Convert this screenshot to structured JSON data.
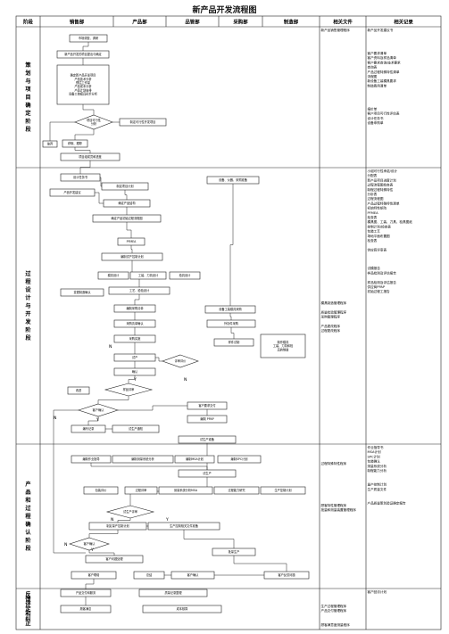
{
  "title": "新产品开发流程图",
  "headers": [
    "阶段",
    "销售部",
    "产品部",
    "品管部",
    "采购部",
    "制造部",
    "相关文件",
    "相关记录"
  ],
  "stages": [
    "策划与项目确定阶段",
    "过程设计与开发阶段",
    "产品和过程确认阶段",
    "反馈评定和纠正"
  ],
  "boxes": [
    {
      "id": "b1",
      "lines": [
        "市场调查、调研"
      ]
    },
    {
      "id": "b2",
      "lines": [
        "新产品开发的项目提出与确定"
      ]
    },
    {
      "id": "b3",
      "lines": [
        "确定新产品开发项目",
        "产品技术分析",
        "预估工作量",
        "产品成本分析",
        "产品计划安排",
        "设备工装模具初步分析"
      ]
    },
    {
      "id": "d1",
      "lines": [
        "项目可行性",
        "分析"
      ]
    },
    {
      "id": "b4",
      "lines": [
        "制定可行性开发项目"
      ]
    },
    {
      "id": "b5",
      "lines": [
        "放弃"
      ]
    },
    {
      "id": "b6",
      "lines": [
        "获取、跟踪"
      ]
    },
    {
      "id": "b7",
      "lines": [
        "项目组成员和进度"
      ]
    },
    {
      "id": "b8",
      "lines": [
        "设计任务书"
      ]
    },
    {
      "id": "b9",
      "lines": [
        "制定项目计划"
      ]
    },
    {
      "id": "b10",
      "lines": [
        "产品开发建议"
      ]
    },
    {
      "id": "b11",
      "lines": [
        "设备、仪器、采购准备"
      ]
    },
    {
      "id": "b12",
      "lines": [
        "确定产品结构"
      ]
    },
    {
      "id": "b13",
      "lines": [
        "确定产品初始过程流程图"
      ]
    },
    {
      "id": "b14",
      "lines": [
        "PFMEA"
      ]
    },
    {
      "id": "b15",
      "lines": [
        "编制试产控制计划"
      ]
    },
    {
      "id": "b16",
      "lines": [
        "模具设计"
      ]
    },
    {
      "id": "b17",
      "lines": [
        "工装、刀具设计"
      ]
    },
    {
      "id": "b18",
      "lines": [
        "检具设计"
      ]
    },
    {
      "id": "b19",
      "lines": [
        "工艺、检验设计"
      ]
    },
    {
      "id": "b20",
      "lines": [
        "变更制造确认"
      ]
    },
    {
      "id": "b21",
      "lines": [
        "编制采购清单"
      ]
    },
    {
      "id": "b22",
      "lines": [
        "采购清单确认"
      ]
    },
    {
      "id": "b23",
      "lines": [
        "采购实施"
      ]
    },
    {
      "id": "b24",
      "lines": [
        "设备工装模具采购"
      ]
    },
    {
      "id": "b25",
      "lines": [
        "外协件采购"
      ]
    },
    {
      "id": "b26",
      "lines": [
        "制作模具",
        "工装、刀具和检",
        "具的制造"
      ]
    },
    {
      "id": "b27",
      "lines": [
        "样件试制"
      ]
    },
    {
      "id": "b28",
      "lines": [
        "试产"
      ]
    },
    {
      "id": "d2",
      "lines": [
        "评审评价"
      ]
    },
    {
      "id": "b29",
      "lines": [
        "确认"
      ]
    },
    {
      "id": "d3",
      "lines": [
        "样品评审"
      ]
    },
    {
      "id": "b30",
      "lines": [
        "改进"
      ]
    },
    {
      "id": "d4",
      "lines": [
        "客户确认"
      ]
    },
    {
      "id": "b31",
      "lines": [
        "客户要求交付"
      ]
    },
    {
      "id": "b32",
      "lines": [
        "编制 PPAP"
      ]
    },
    {
      "id": "b33",
      "lines": [
        "编写记录"
      ]
    },
    {
      "id": "b34",
      "lines": [
        "试生产通知"
      ]
    },
    {
      "id": "b35",
      "lines": [
        "试生产准备"
      ]
    },
    {
      "id": "b36",
      "lines": [
        "编制作业指导"
      ]
    },
    {
      "id": "b37",
      "lines": [
        "编制测量系统分析"
      ]
    },
    {
      "id": "b38",
      "lines": [
        "编制MSA计划"
      ]
    },
    {
      "id": "b39",
      "lines": [
        "编制SPC计划"
      ]
    },
    {
      "id": "b40",
      "lines": [
        "试生产"
      ]
    },
    {
      "id": "b41",
      "lines": [
        "包装评价"
      ]
    },
    {
      "id": "b42",
      "lines": [
        "过程评审"
      ]
    },
    {
      "id": "b43",
      "lines": [
        "测量系统分析MSA"
      ]
    },
    {
      "id": "b44",
      "lines": [
        "过程能力研究"
      ]
    },
    {
      "id": "b45",
      "lines": [
        "生产控制计划"
      ]
    },
    {
      "id": "d5",
      "lines": [
        "试生产评审"
      ]
    },
    {
      "id": "b46",
      "lines": [
        "制定量产控制计划"
      ]
    },
    {
      "id": "b47",
      "lines": [
        "生产控制相关文件准备"
      ]
    },
    {
      "id": "d6",
      "lines": [
        "客户确认"
      ]
    },
    {
      "id": "b48",
      "lines": [
        "客户问题处理"
      ]
    },
    {
      "id": "b49",
      "lines": [
        "批量生产"
      ]
    },
    {
      "id": "b50",
      "lines": [
        "客户联络"
      ]
    },
    {
      "id": "b51",
      "lines": [
        "总结"
      ]
    },
    {
      "id": "b52",
      "lines": [
        "客户确认"
      ]
    },
    {
      "id": "b53",
      "lines": [
        "客户反馈问题"
      ]
    },
    {
      "id": "b54",
      "lines": [
        "产品交付和服务"
      ]
    },
    {
      "id": "b55",
      "lines": [
        "质量记录整理"
      ]
    },
    {
      "id": "b56",
      "lines": [
        "顾客满意"
      ]
    },
    {
      "id": "b57",
      "lines": [
        "成本核算"
      ]
    }
  ],
  "yn": {
    "y": "Y",
    "n": "N"
  },
  "docs": [
    [
      "新产品销售管理程序"
    ],
    [
      "模具制造管理程序",
      "",
      "质量检验管理程序",
      "采购管理程序",
      "",
      "产品更改程序",
      "过程更改程序"
    ],
    [
      "过程特殊特性程序",
      "",
      "",
      "",
      "",
      "",
      "",
      "",
      "",
      "顾客特性管理程序",
      "批量和测量装置管理程序"
    ],
    [
      "生产过程管理程序",
      "产品交付管理程序",
      "",
      "",
      "顾客满意度测量程序"
    ]
  ],
  "records": [
    [
      "新产品开发建议书",
      "",
      "",
      "",
      "",
      "客户要求清单",
      "客户资料及样品清单",
      "客户要求查询/技术要求",
      "查询表",
      "产品过程特殊特性清单",
      "流程图",
      "新设备工装模具要求",
      "制造费用清单",
      "",
      "",
      "",
      "",
      "报价单",
      "客户项目可行性评估表",
      "设计任务书",
      "设备申购单"
    ],
    [
      "小组可行性承诺/设计",
      "分配表",
      "新产品项目进度计划",
      "过程流程图检查表",
      "制程过程特殊特性",
      "分析表",
      "过程流程图",
      "产品过程特殊特性清单",
      "初始特性矩阵",
      "PFMEA",
      "检查表",
      "模具图、工装、刀具、检具图纸",
      "控制计划/检查表",
      "包装工艺",
      "场地平面布置图",
      "检查表",
      "",
      "供应商评审表",
      "",
      "",
      "",
      "试模报告",
      "样品检测及评估报告",
      "",
      "样品检测及评估报告",
      "供应商PPAP",
      "初始过程工报告"
    ],
    [
      "作业指导书",
      "MSA计划",
      "SPC计划",
      "包装确认",
      "测量系统分析",
      "制程能力分析",
      "",
      "",
      "量产控制计划",
      "生产质量文件",
      "",
      "",
      "产品质量策划验证确定报告"
    ],
    [
      "客户回访计划"
    ]
  ]
}
